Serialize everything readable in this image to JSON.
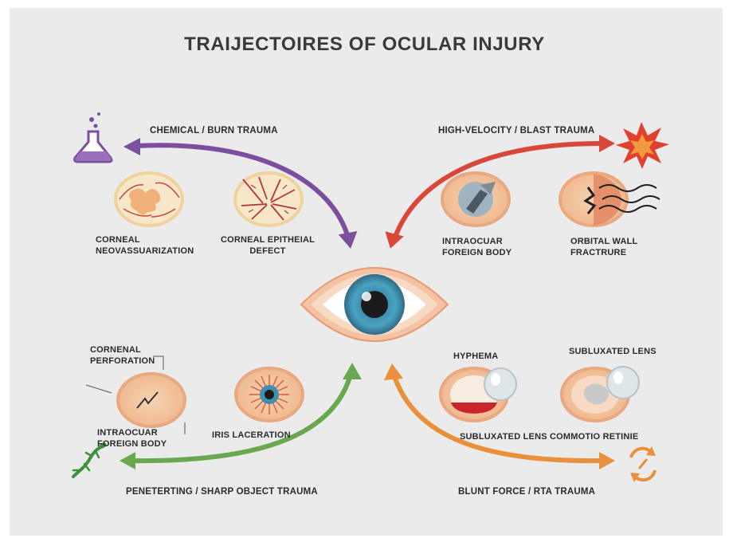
{
  "title": "TRAIJECTOIRES OF OCULAR INJURY",
  "trauma_types": {
    "chemical": "CHEMICAL / BURN TRAUMA",
    "blast": "HIGH-VELOCITY / BLAST TRAUMA",
    "penetrating": "PENETERTING / SHARP OBJECT TRAUMA",
    "blunt": "BLUNT FORCE / RTA TRAUMA"
  },
  "injuries": {
    "corneal_neovascularization": "CORNEAL\nNEOVASSUARIZATION",
    "corneal_epithelial_defect": "CORNEAL EPITHEIAL\nDEFECT",
    "intraocular_foreign_body_top": "INTRAOCUAR\nFOREIGN BODY",
    "orbital_wall_fracture": "ORBITAL WALL\nFRACTRURE",
    "corneal_perforation": "CORNENAL\nPERFORATION",
    "intraocular_foreign_body_bottom": "INTRAOCUAR\nFOREIGN BODY",
    "iris_laceration": "IRIS LACERATION",
    "hyphema": "HYPHEMA",
    "subluxated_lens_top": "SUBLUXATED LENS",
    "subluxated_lens_bottom": "SUBLUXATED LENS",
    "commotio_retinae": "COMMOTIO RETINIE"
  },
  "colors": {
    "chemical": "#7b4f9e",
    "blast": "#d9463a",
    "penetrating": "#6aa84f",
    "blunt": "#e8913a",
    "iris": "#3f8fb0",
    "eye_outer": "#f2b89a"
  },
  "icons": {
    "chemical": "flask-icon",
    "blast": "explosion-icon",
    "penetrating": "lizard-icon",
    "blunt": "rotate-arrows-icon"
  }
}
